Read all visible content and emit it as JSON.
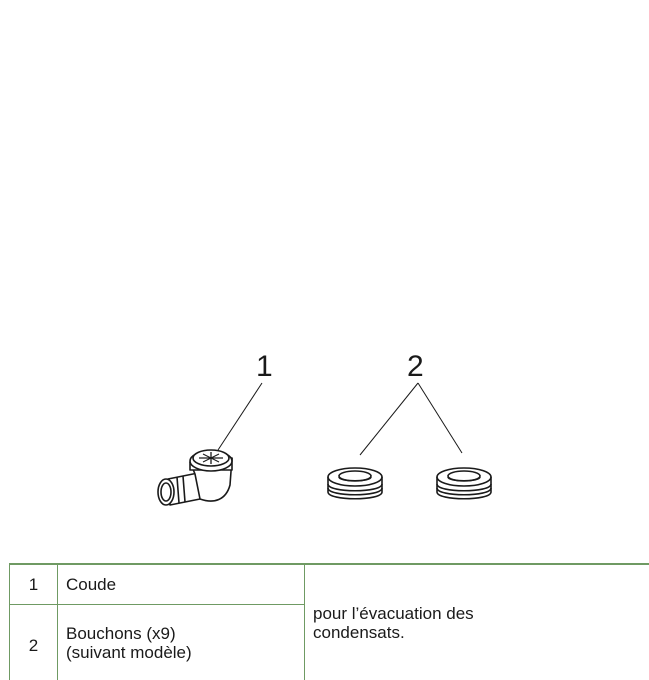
{
  "figure": {
    "callouts": [
      {
        "number": "1"
      },
      {
        "number": "2"
      }
    ]
  },
  "parts_table": {
    "rows": [
      {
        "number": "1",
        "name_lines": [
          "Coude"
        ]
      },
      {
        "number": "2",
        "name_lines": [
          "Bouchons (x9)",
          "(suivant modèle)"
        ]
      }
    ],
    "usage_lines": [
      "pour l’évacuation des",
      "condensats."
    ]
  },
  "colors": {
    "table_border": "#6f9a63",
    "line_art": "#1a1a1a"
  }
}
